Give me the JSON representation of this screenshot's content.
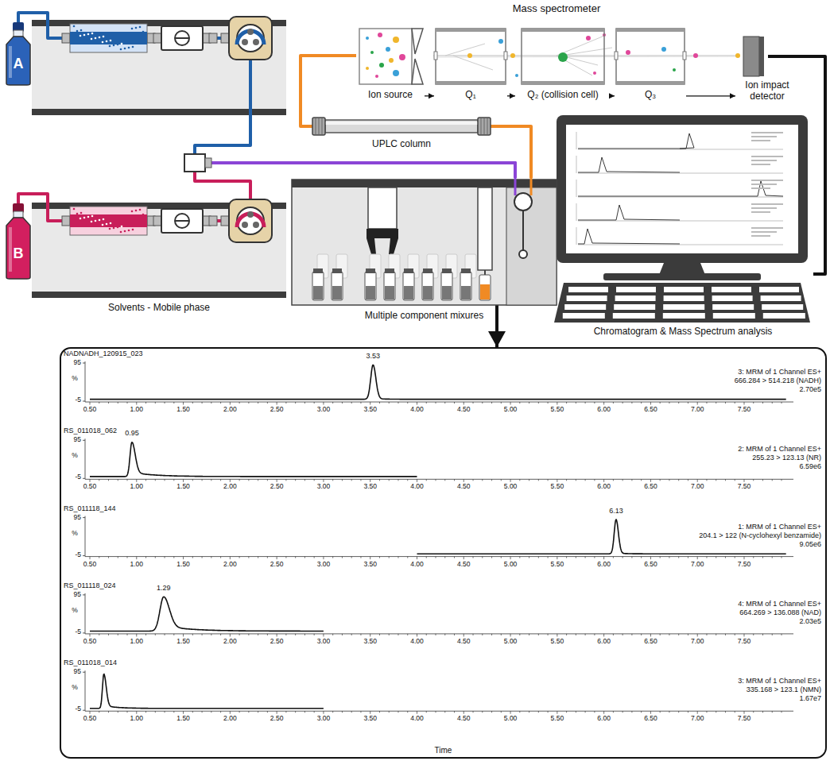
{
  "diagram": {
    "nodes": [
      {
        "text": [
          "A"
        ]
      },
      {
        "text": [
          "Ion source"
        ]
      },
      {
        "text": [
          "Q₁"
        ]
      },
      {
        "text": [
          "Q₂ (collision cell)"
        ]
      },
      {
        "text": [
          "Q₃"
        ]
      },
      {
        "text": [
          "Ion impact detector"
        ]
      },
      {
        "text": [
          "UPLC column"
        ]
      },
      {
        "text": [
          "Chromatogram & Mass Spectrum analysis"
        ]
      },
      {
        "text": [
          "B"
        ]
      },
      {
        "text": [
          "Multiple component mixures"
        ]
      },
      {
        "text": [
          "Time"
        ]
      }
    ],
    "edges": [
      {
        "from": 0,
        "to": 9,
        "arrow": "none"
      },
      {
        "from": 8,
        "to": 9,
        "arrow": "none"
      },
      {
        "from": 9,
        "to": 6,
        "arrow": "none"
      },
      {
        "from": 6,
        "to": 1,
        "arrow": "none"
      },
      {
        "from": 1,
        "to": 2,
        "arrow": "to"
      },
      {
        "from": 2,
        "to": 3,
        "arrow": "to"
      },
      {
        "from": 3,
        "to": 4,
        "arrow": "to"
      },
      {
        "from": 4,
        "to": 5,
        "arrow": "to"
      },
      {
        "from": 5,
        "to": 7,
        "arrow": "none"
      },
      {
        "from": 7,
        "to": 10,
        "arrow": "to"
      }
    ],
    "labels": [
      "Mass spectrometer",
      "Solvents - Mobile phase",
      "NADNADH_120915_023",
      "95",
      "%",
      "-5",
      "3.53",
      "3: MRM of 1 Channel ES+",
      "666.284 > 514.218 (NADH)",
      "2.70e5",
      "0.50",
      "1.00",
      "1.50",
      "2.00",
      "2.50",
      "3.00",
      "3.50",
      "4.00",
      "4.50",
      "5.00",
      "5.50",
      "6.00",
      "6.50",
      "7.00",
      "7.50",
      "RS_011018_062",
      "95",
      "%",
      "-5",
      "0.95",
      "2: MRM of 1 Channel ES+",
      "255.23 > 123.13 (NR)",
      "6.59e6",
      "0.50",
      "1.00",
      "1.50",
      "2.00",
      "2.50",
      "3.00",
      "3.50",
      "4.00",
      "4.50",
      "5.00",
      "5.50",
      "6.00",
      "6.50",
      "7.00",
      "7.50",
      "RS_011118_144",
      "95",
      "%",
      "-5",
      "6.13",
      "1: MRM of 1 Channel ES+",
      "204.1 > 122 (N-cyclohexyl benzamide)",
      "9.05e6",
      "0.50",
      "1.00",
      "1.50",
      "2.00",
      "2.50",
      "3.00",
      "3.50",
      "4.00",
      "4.50",
      "5.00",
      "5.50",
      "6.00",
      "6.50",
      "7.00",
      "7.50",
      "RS_011118_024",
      "95",
      "%",
      "-5",
      "1.29",
      "4: MRM of 1 Channel ES+",
      "664.269 > 136.088 (NAD)",
      "2.03e5",
      "0.50",
      "1.00",
      "1.50",
      "2.00",
      "2.50",
      "3.00",
      "3.50",
      "4.00",
      "4.50",
      "5.00",
      "5.50",
      "6.00",
      "6.50",
      "7.00",
      "7.50",
      "RS_011018_014",
      "95",
      "%",
      "-5",
      "3: MRM of 1 Channel ES+",
      "335.168 > 123.1 (NMN)",
      "1.67e7",
      "0.50",
      "1.00",
      "1.50",
      "2.00",
      "2.50",
      "3.00",
      "3.50",
      "4.00",
      "4.50",
      "5.00",
      "5.50",
      "6.00",
      "6.50",
      "7.00",
      "7.50"
    ]
  }
}
